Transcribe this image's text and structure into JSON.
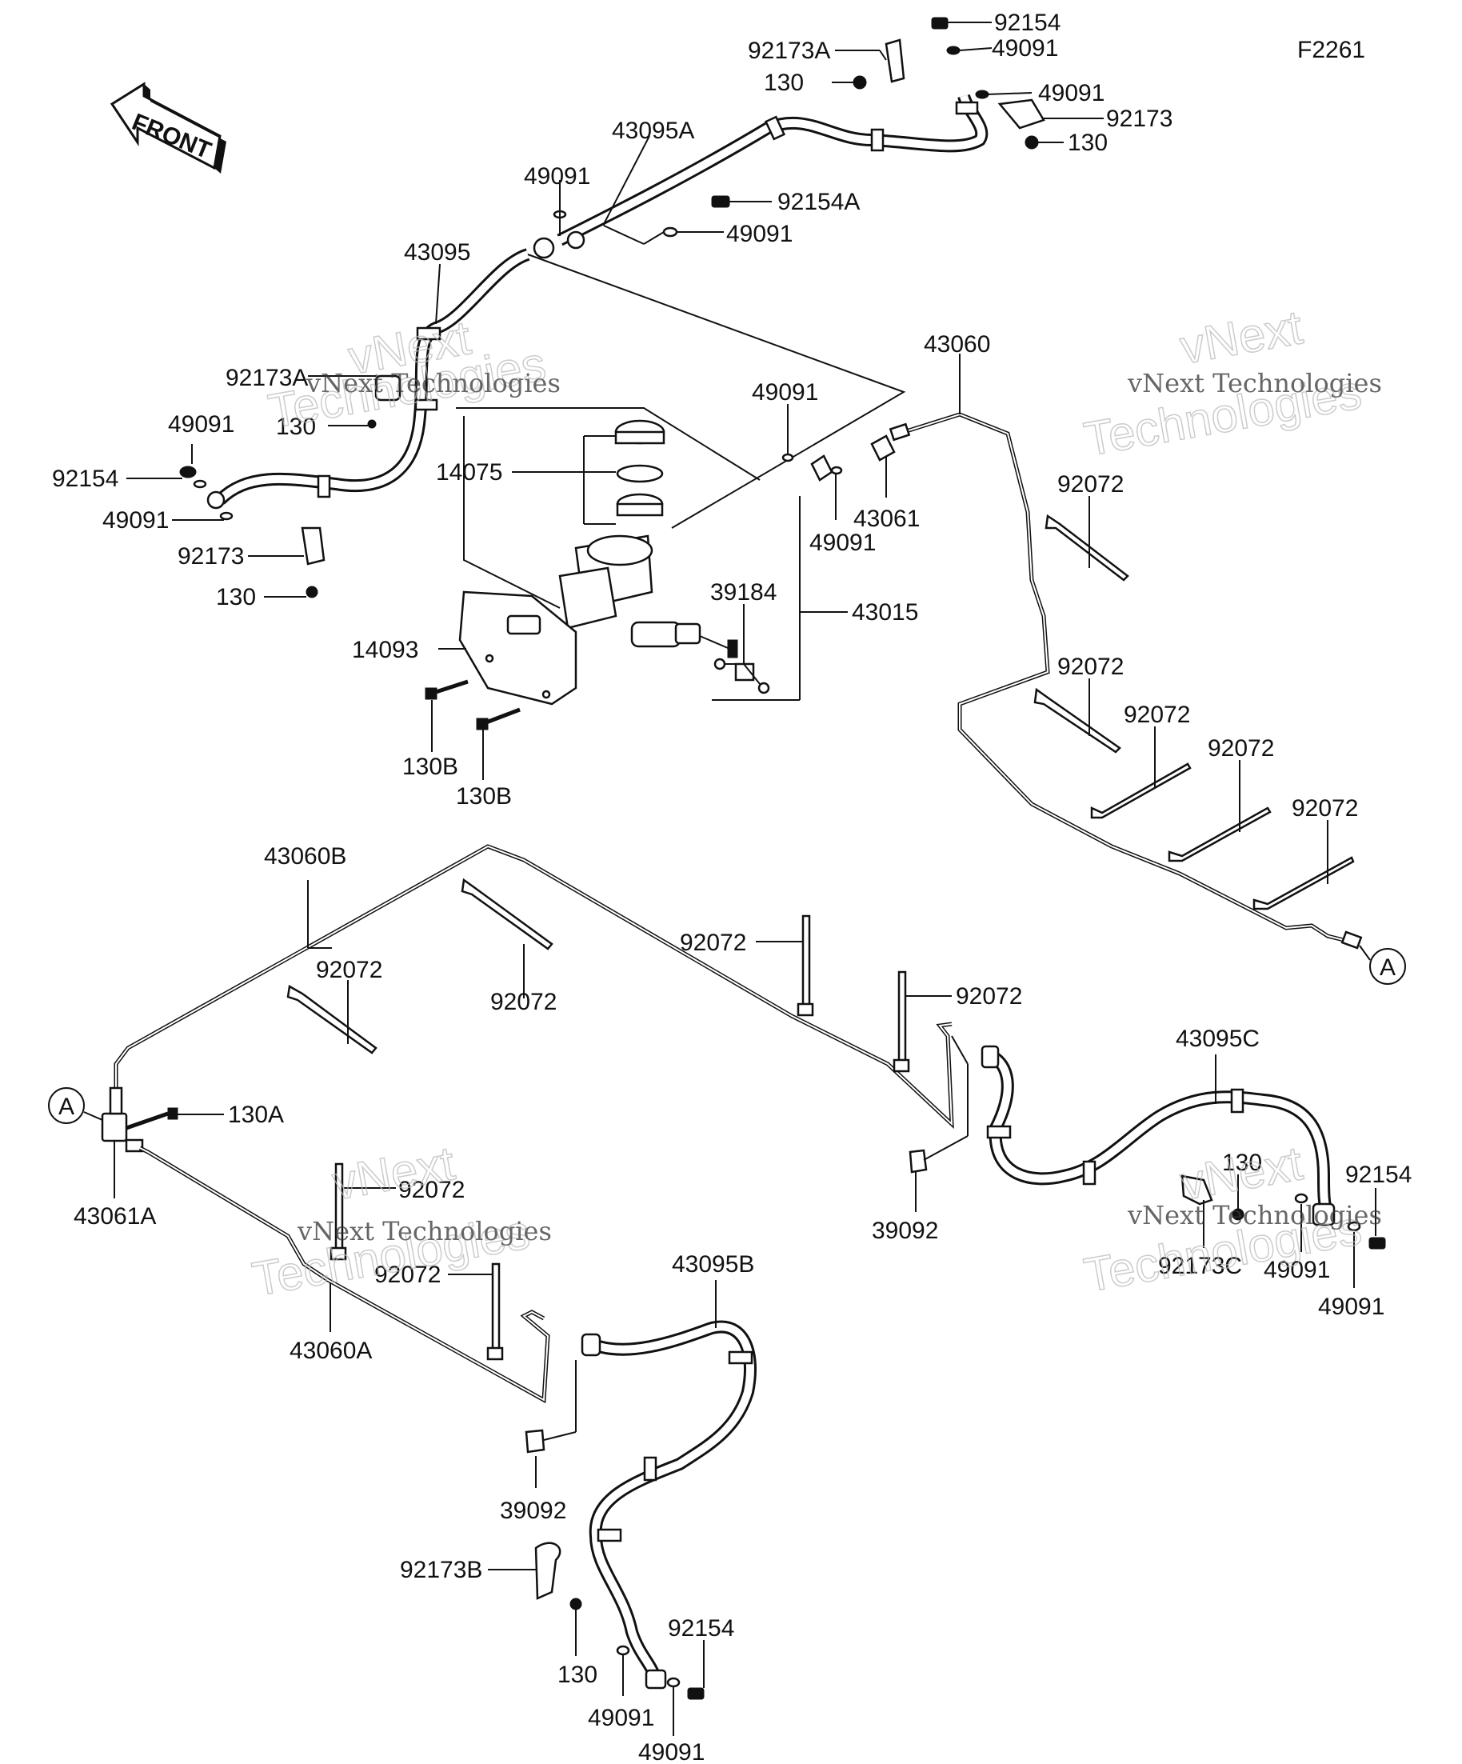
{
  "diagram_code": "F2261",
  "front_label": "FRONT",
  "callout_a": "A",
  "watermark": {
    "line1": "vNext Technologies",
    "line2": "vNext",
    "line3": "Technologies"
  },
  "labels": {
    "l92154_top": "92154",
    "l92173A_top": "92173A",
    "l49091_top1": "49091",
    "l130_top": "130",
    "l49091_top2": "49091",
    "l92173_top": "92173",
    "l130_top2": "130",
    "l43095A": "43095A",
    "l49091_a": "49091",
    "l92154A": "92154A",
    "l49091_b": "49091",
    "l43095": "43095",
    "l92173A_left": "92173A",
    "l130_left": "130",
    "l49091_left1": "49091",
    "l92154_left": "92154",
    "l49091_left2": "49091",
    "l92173_left": "92173",
    "l130_left2": "130",
    "l43060": "43060",
    "l49091_m1": "49091",
    "l14075": "14075",
    "l49091_m2": "49091",
    "l43061": "43061",
    "l39184": "39184",
    "l43015": "43015",
    "l14093": "14093",
    "l130B_1": "130B",
    "l130B_2": "130B",
    "l92072_r1": "92072",
    "l92072_r2": "92072",
    "l92072_r3": "92072",
    "l92072_r4": "92072",
    "l92072_r5": "92072",
    "l43060B": "43060B",
    "l92072_b1": "92072",
    "l92072_b2": "92072",
    "l92072_b3": "92072",
    "l92072_b4": "92072",
    "l130A": "130A",
    "l43061A": "43061A",
    "l43095C": "43095C",
    "l130_rb": "130",
    "l92154_rb": "92154",
    "l39092_r": "39092",
    "l92173C": "92173C",
    "l49091_rb1": "49091",
    "l49091_rb2": "49091",
    "l92072_b5": "92072",
    "l92072_b6": "92072",
    "l43095B": "43095B",
    "l43060A": "43060A",
    "l39092_b": "39092",
    "l92173B": "92173B",
    "l130_bb": "130",
    "l92154_bb": "92154",
    "l49091_bb1": "49091",
    "l49091_bb2": "49091"
  }
}
